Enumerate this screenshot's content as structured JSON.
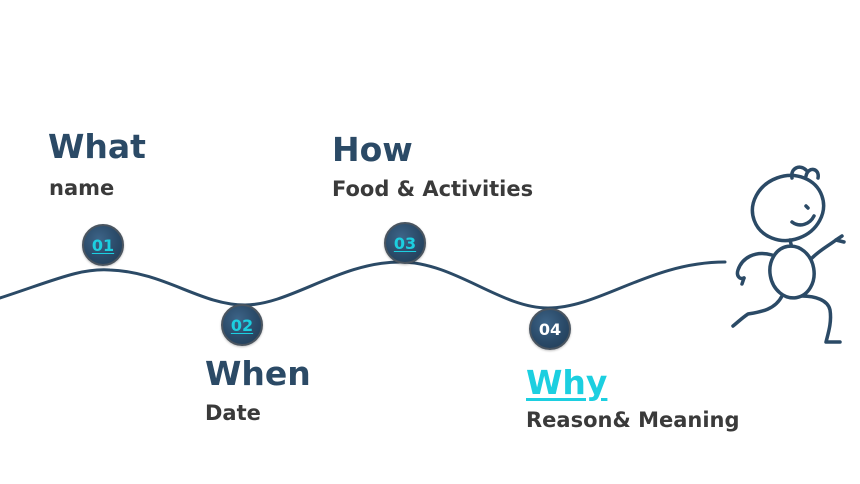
{
  "steps": [
    {
      "number": "01",
      "title": "What",
      "subtitle": "name",
      "link_style": true,
      "title_link": false
    },
    {
      "number": "02",
      "title": "When",
      "subtitle": "Date",
      "link_style": true,
      "title_link": false
    },
    {
      "number": "03",
      "title": "How",
      "subtitle": "Food & Activities",
      "link_style": true,
      "title_link": false
    },
    {
      "number": "04",
      "title": "Why",
      "subtitle": "Reason& Meaning",
      "link_style": false,
      "title_link": true
    }
  ],
  "colors": {
    "title": "#2b4a66",
    "subtitle": "#3a3a3a",
    "link": "#1ccfe0",
    "curve": "#2b4a66",
    "node_fill": "#2a4a68",
    "figure_stroke": "#2b4a66"
  },
  "decorations": {
    "running_figure": "running-stick-figure-icon"
  }
}
